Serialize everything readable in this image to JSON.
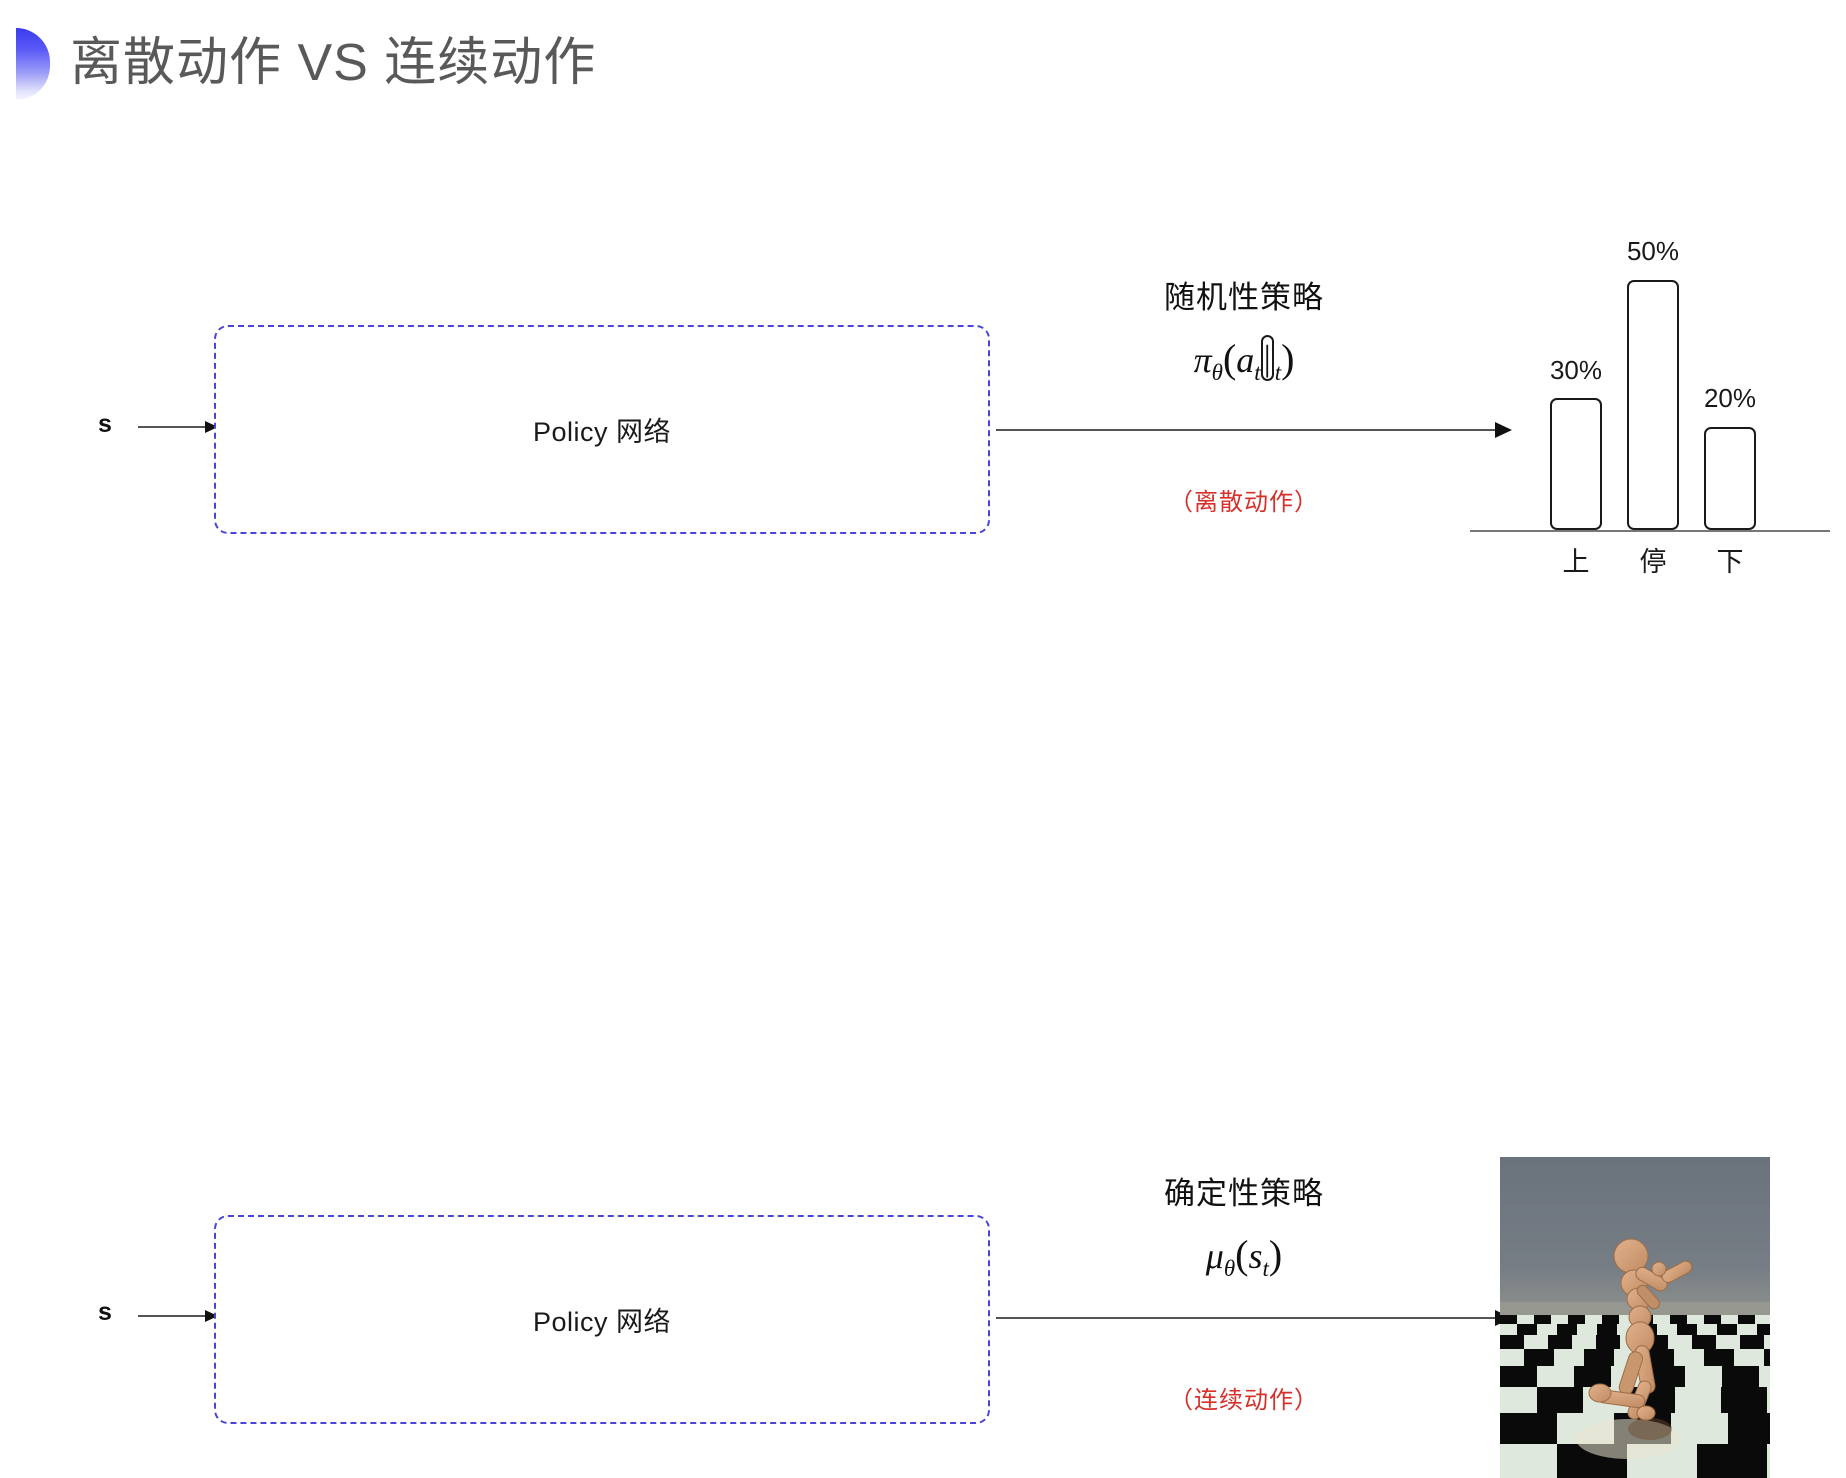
{
  "slide": {
    "title": "离散动作 VS 连续动作",
    "accent_color": "#3b3bf0",
    "box_border_color": "#4a45d6",
    "note_color": "#d7302a",
    "background": "#ffffff"
  },
  "rows": [
    {
      "id": "discrete",
      "state_label": "s",
      "box_label": "Policy 网络",
      "policy_title": "随机性策略",
      "formula": {
        "symbol": "π",
        "subscript": "θ",
        "args_open": "(",
        "action": "a",
        "action_sub": "t",
        "separator": "|",
        "state": "s",
        "state_sub": "t",
        "args_close": ")",
        "plain": "πθ(at|st)"
      },
      "note": "（离散动作）",
      "output_kind": "bar-chart"
    },
    {
      "id": "continuous",
      "state_label": "s",
      "box_label": "Policy 网络",
      "policy_title": "确定性策略",
      "formula": {
        "symbol": "μ",
        "subscript": "θ",
        "args_open": "(",
        "state": "s",
        "state_sub": "t",
        "args_close": ")",
        "plain": "μθ(st)"
      },
      "note": "（连续动作）",
      "output_kind": "humanoid-simulation"
    }
  ],
  "chart_data": {
    "type": "bar",
    "title": "",
    "xlabel": "",
    "ylabel": "",
    "categories": [
      "上",
      "停",
      "下"
    ],
    "values": [
      30,
      50,
      20
    ],
    "value_labels": [
      "30%",
      "50%",
      "20%"
    ],
    "ylim": [
      0,
      60
    ],
    "grid": false,
    "legend": false,
    "bar_style": {
      "fill": "#ffffff",
      "stroke": "#1a1a1a",
      "rounded": true
    },
    "axis_line_color": "#777777"
  },
  "simulation": {
    "name": "humanoid-simulation",
    "sky_color": "#6d7780",
    "floor_light": "#dfe8dc",
    "floor_dark": "#0a0a0a",
    "body_color": "#d3a07a"
  }
}
